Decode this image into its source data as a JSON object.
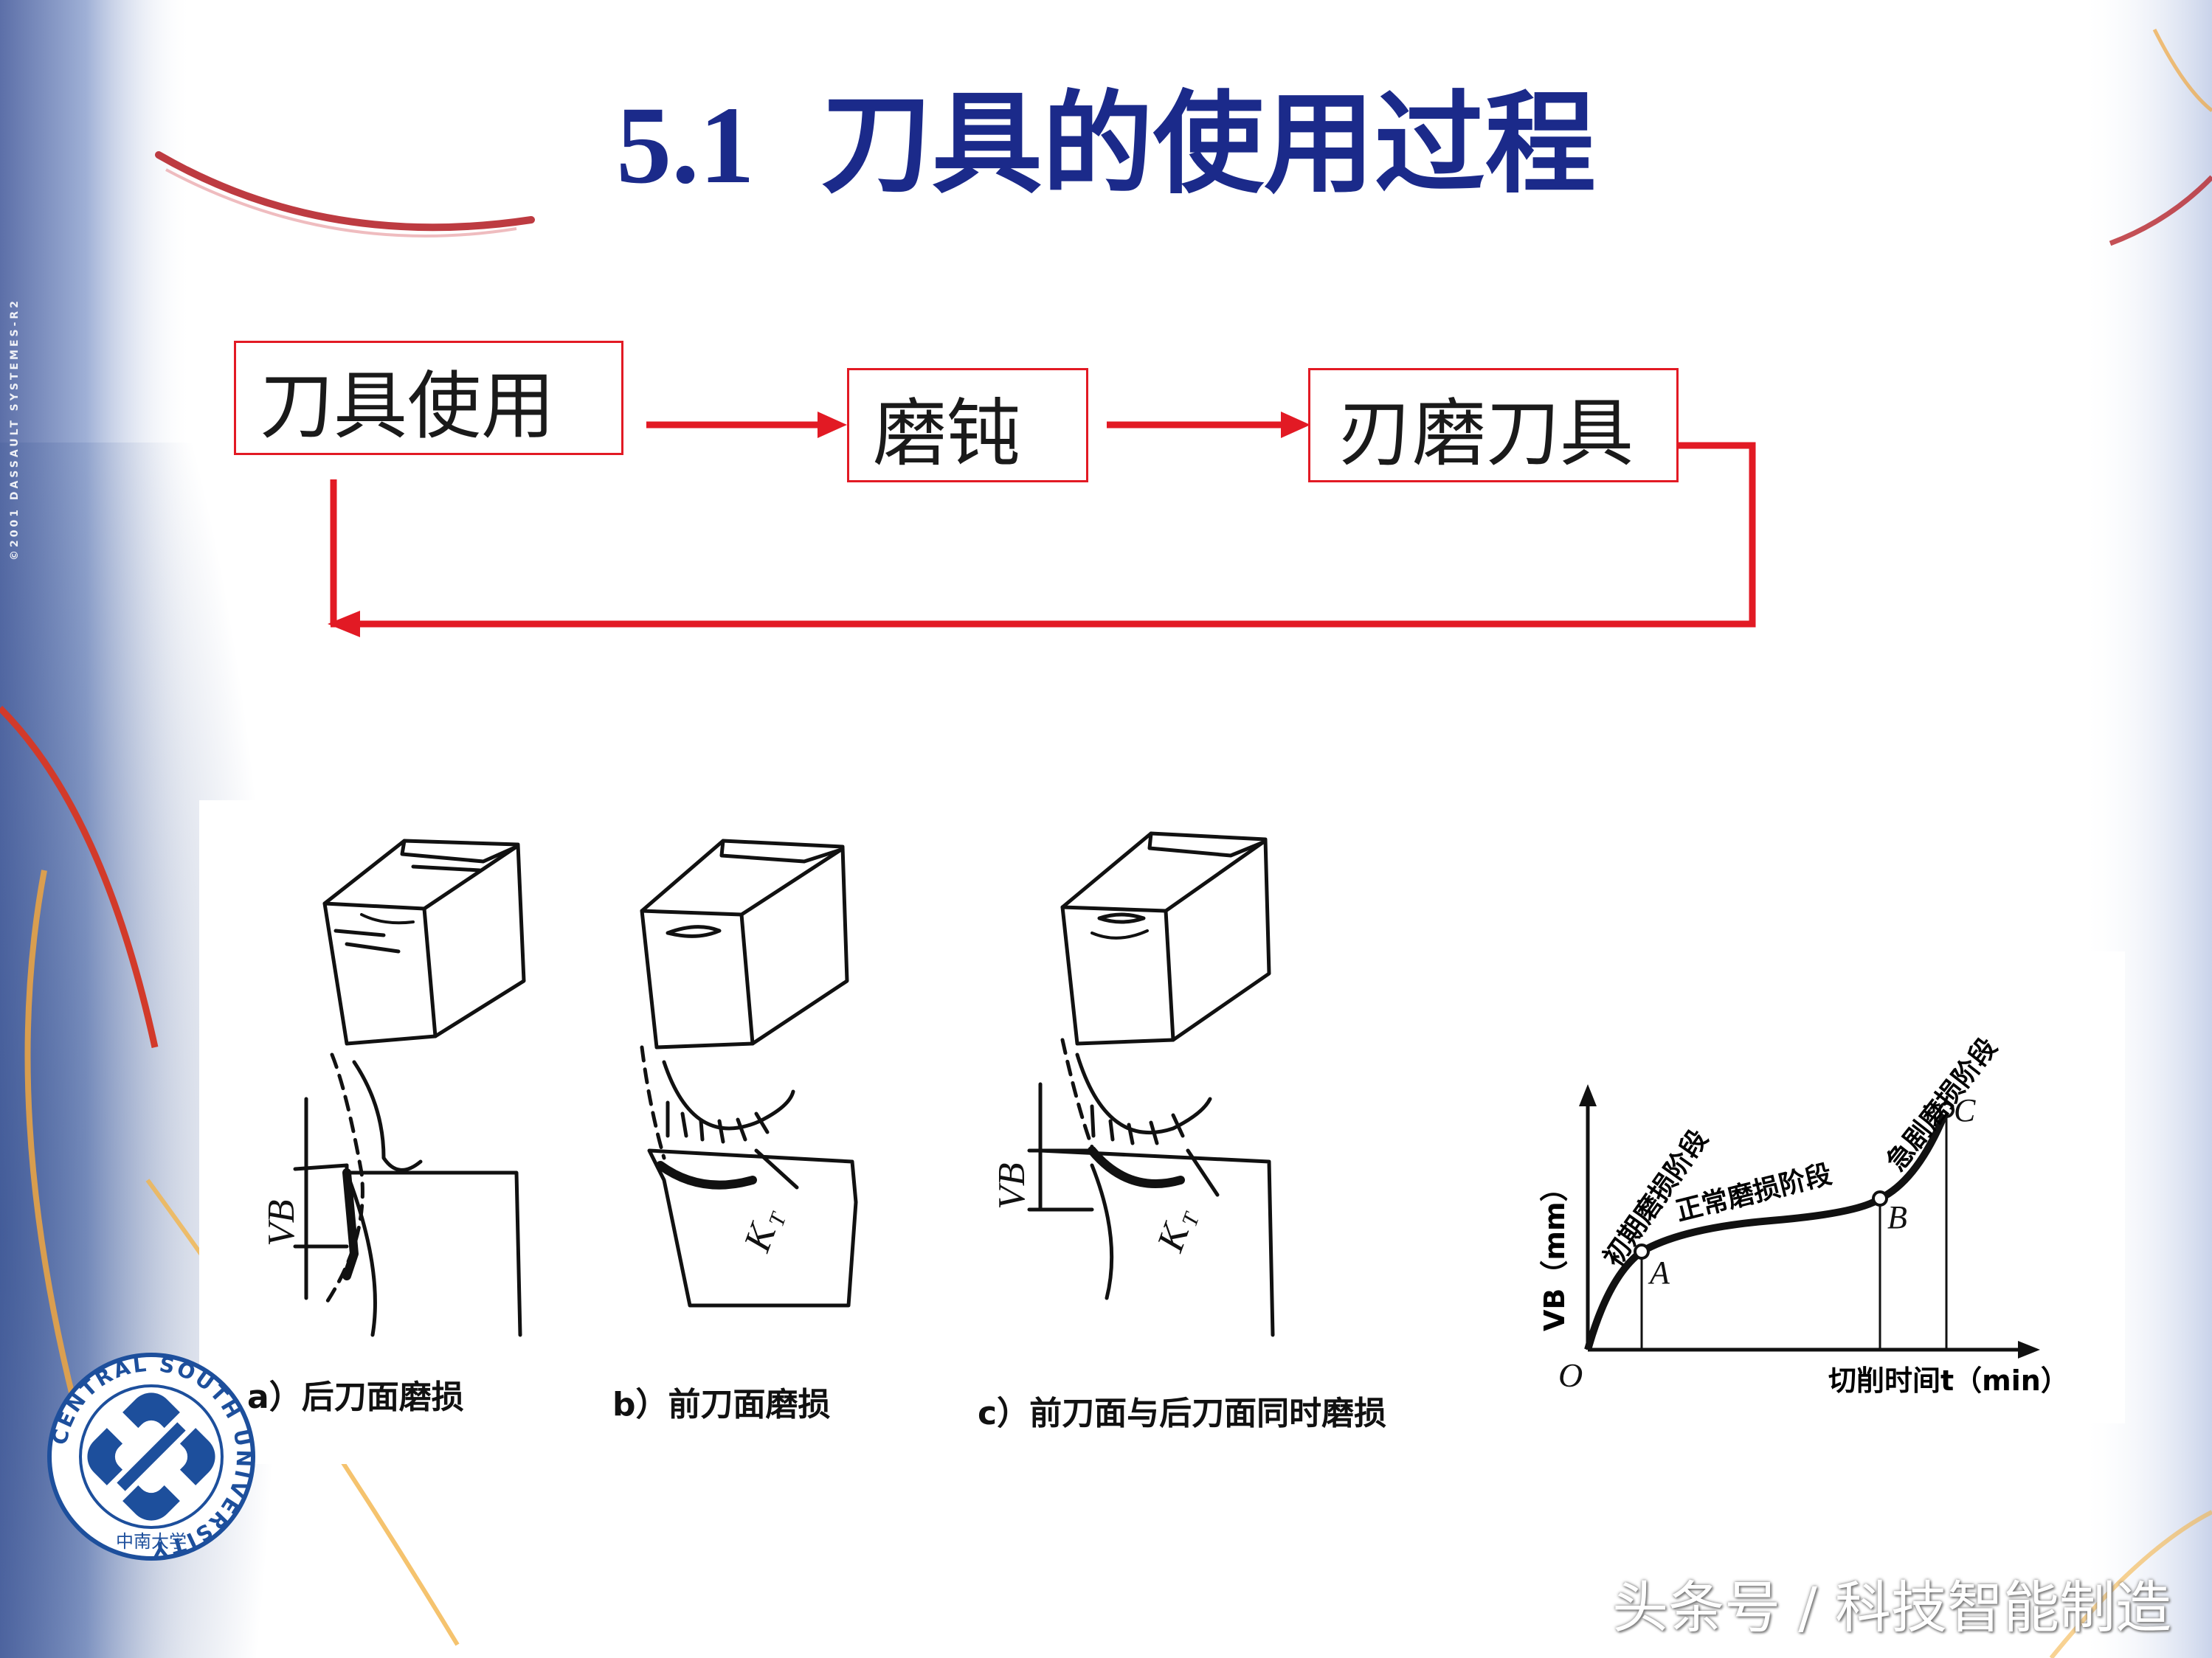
{
  "slide": {
    "title_number": "5.1",
    "title_text": "刀具的使用过程",
    "colors": {
      "title": "#1b2a8a",
      "flow": "#e21a24"
    },
    "side_copyright": "©2001 DASSAULT SYSTEMES-R2"
  },
  "flow": {
    "box1": "刀具使用",
    "box2": "磨钝",
    "box3": "刃磨刀具"
  },
  "wear_figures": {
    "labels": {
      "vb": "VB",
      "kt": "K",
      "kt_sub": "T"
    },
    "caption_a": "a）后刀面磨损",
    "caption_b": "b）前刀面磨损",
    "caption_c": "c）前刀面与后刀面同时磨损"
  },
  "chart": {
    "y_axis_label": "VB（mm）",
    "x_axis_label": "切削时间t（min）",
    "origin": "O",
    "points": [
      "A",
      "B",
      "C"
    ],
    "stages": [
      "初期磨损阶段",
      "正常磨损阶段",
      "急剧磨损阶段"
    ]
  },
  "logo": {
    "ring_text": "CENTRAL SOUTH UNIVERSITY",
    "chinese_name": "中南大学",
    "visible_ring_left": "CENTRAL SOUTH UN",
    "visible_ring_right": "A"
  },
  "watermark": "头条号 / 科技智能制造"
}
